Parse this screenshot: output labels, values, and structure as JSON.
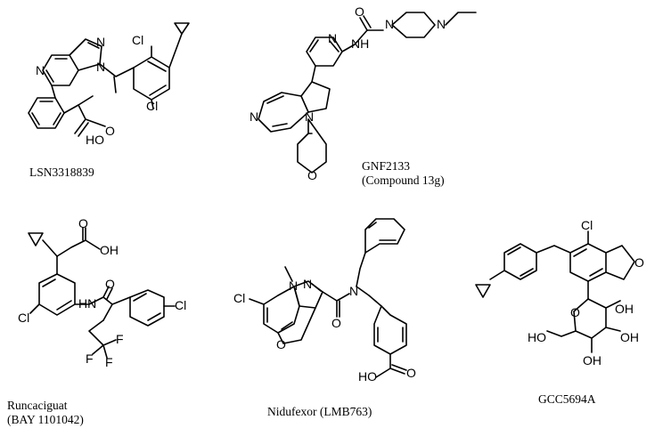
{
  "figure": {
    "compounds": [
      {
        "id": "lsn",
        "lines": [
          "LSN3318839"
        ]
      },
      {
        "id": "gnf",
        "lines": [
          "GNF2133",
          "(Compound 13g)"
        ]
      },
      {
        "id": "runc",
        "lines": [
          "Runcaciguat",
          "(BAY 1101042)"
        ]
      },
      {
        "id": "nidu",
        "lines": [
          "Nidufexor (LMB763)"
        ]
      },
      {
        "id": "gcc",
        "lines": [
          "GCC5694A"
        ]
      }
    ],
    "atom_labels": {
      "N": "N",
      "Cl": "Cl",
      "O": "O",
      "OH": "OH",
      "HO": "HO",
      "NH": "NH",
      "HN": "HN",
      "F": "F"
    }
  }
}
